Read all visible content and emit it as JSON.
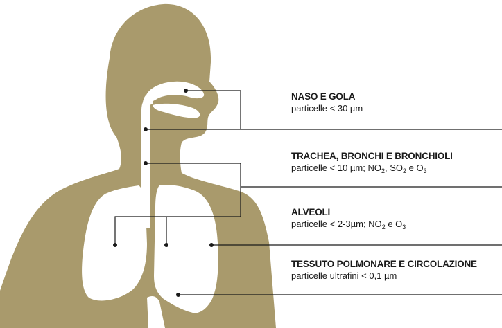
{
  "colors": {
    "body": "#A99A6C",
    "cavity": "#FFFFFF",
    "leader_line": "#1A1A1A",
    "text": "#1A1A1A"
  },
  "labels": {
    "naso": {
      "title": "NASO E GOLA",
      "desc": "particelle < 30 µm"
    },
    "trachea": {
      "title": "TRACHEA, BRONCHI E BRONCHIOLI",
      "desc_a": "particelle < 10 µm; NO",
      "sub1": "2",
      "desc_b": ", SO",
      "sub2": "2",
      "desc_c": " e O",
      "sub3": "3"
    },
    "alveoli": {
      "title": "ALVEOLI",
      "desc_a": "particelle < 2-3µm; NO",
      "sub1": "2",
      "desc_b": " e O",
      "sub2": "3"
    },
    "tessuto": {
      "title": "TESSUTO POLMONARE E CIRCOLAZIONE",
      "desc": "particelle ultrafini < 0,1 µm"
    }
  }
}
